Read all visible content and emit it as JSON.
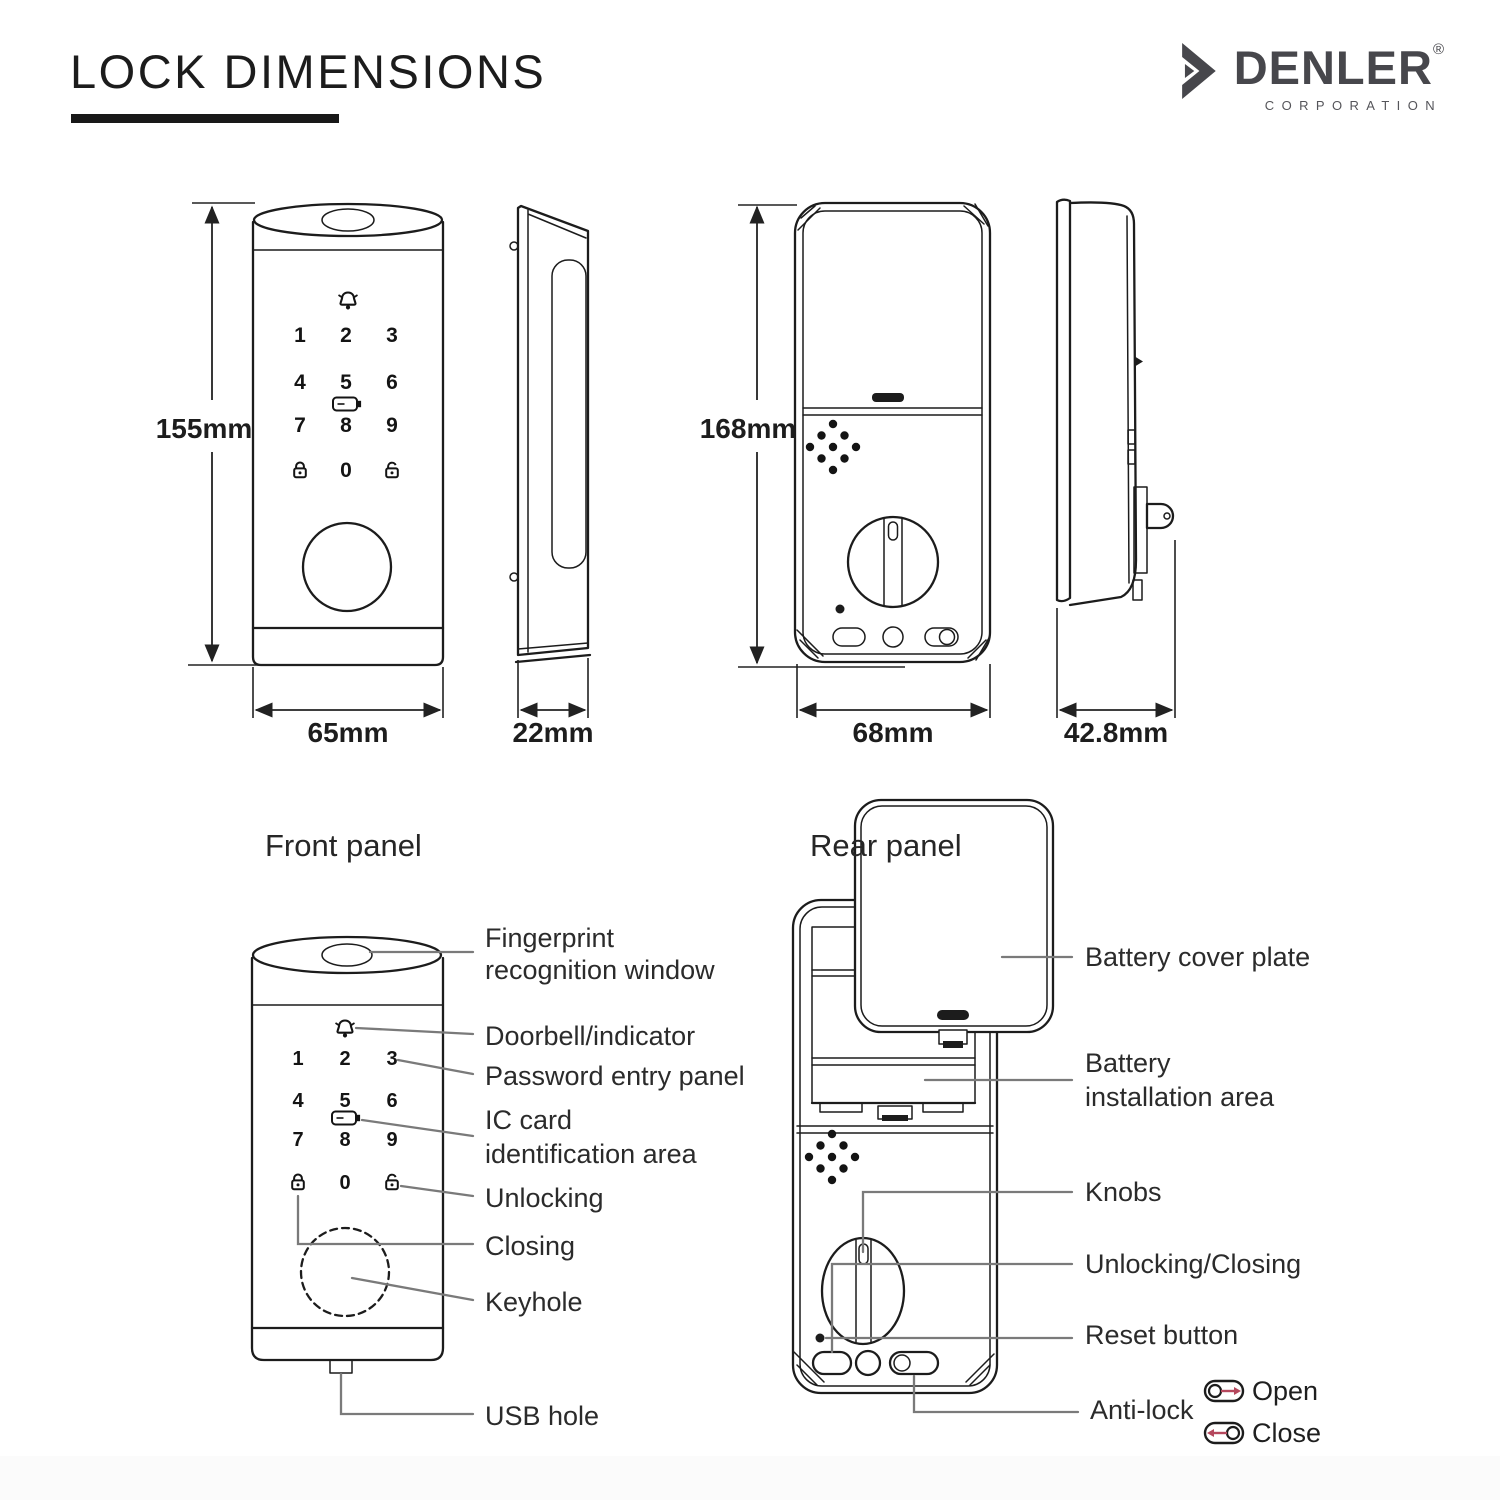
{
  "title": "LOCK DIMENSIONS",
  "brand": {
    "name": "DENLER",
    "registered": "®",
    "subtitle": "CORPORATION"
  },
  "views": {
    "front": {
      "height": "155mm",
      "width": "65mm"
    },
    "side_front": {
      "depth": "22mm"
    },
    "rear": {
      "height": "168mm",
      "width": "68mm"
    },
    "side_rear": {
      "depth": "42.8mm"
    }
  },
  "keypad": {
    "digits": [
      "1",
      "2",
      "3",
      "4",
      "5",
      "6",
      "7",
      "8",
      "9"
    ],
    "zero": "0"
  },
  "front_panel": {
    "heading": "Front panel",
    "callouts": {
      "fingerprint_line1": "Fingerprint",
      "fingerprint_line2": "recognition window",
      "doorbell": "Doorbell/indicator",
      "password": "Password entry panel",
      "ic_line1": "IC card",
      "ic_line2": "identification area",
      "unlocking": "Unlocking",
      "closing": "Closing",
      "keyhole": "Keyhole",
      "usb": "USB hole"
    }
  },
  "rear_panel": {
    "heading": "Rear panel",
    "callouts": {
      "battery_cover": "Battery cover plate",
      "battery_install_line1": "Battery",
      "battery_install_line2": "installation area",
      "knobs": "Knobs",
      "unlocking_closing": "Unlocking/Closing",
      "reset": "Reset button",
      "antilock": "Anti-lock"
    },
    "switch_legend": {
      "open": "Open",
      "close": "Close"
    }
  },
  "colors": {
    "line": "#1c1c1c",
    "leader": "#7a7a7a",
    "text": "#2b2b2b",
    "brand": "#47474c",
    "accent_red": "#b5485d"
  }
}
